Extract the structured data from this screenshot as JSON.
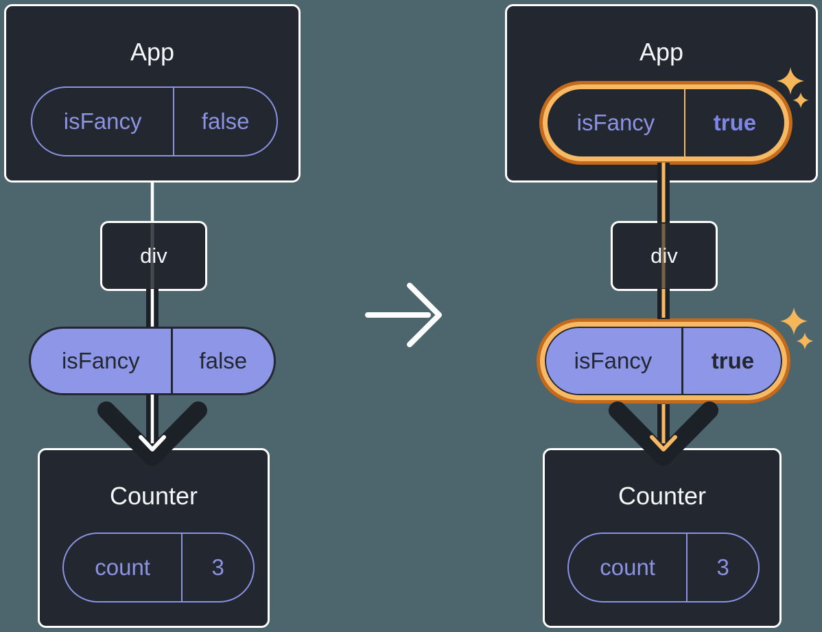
{
  "before": {
    "app": {
      "title": "App",
      "prop_name": "isFancy",
      "prop_value": "false"
    },
    "container": {
      "label": "div"
    },
    "passed_prop": {
      "name": "isFancy",
      "value": "false"
    },
    "counter": {
      "title": "Counter",
      "state_name": "count",
      "state_value": "3"
    }
  },
  "after": {
    "app": {
      "title": "App",
      "prop_name": "isFancy",
      "prop_value": "true"
    },
    "container": {
      "label": "div"
    },
    "passed_prop": {
      "name": "isFancy",
      "value": "true"
    },
    "counter": {
      "title": "Counter",
      "state_name": "count",
      "state_value": "3"
    }
  },
  "icons": {
    "transition_arrow": "right-arrow",
    "sparkle_large": "four-point-star",
    "sparkle_small": "four-point-star"
  },
  "colors": {
    "background": "#4D666D",
    "card": "#23272F",
    "card_border": "#FFFFFF",
    "purple_outline": "#8B93E2",
    "purple_fill": "#8E96E8",
    "dark_text": "#23272F",
    "title_text": "#F6F7F9",
    "highlight_orange": "#F8B964",
    "highlight_orange_dark": "#C5691B",
    "sparkle": "#F6B75B",
    "flow_arrow_dark": "#1C2027"
  }
}
